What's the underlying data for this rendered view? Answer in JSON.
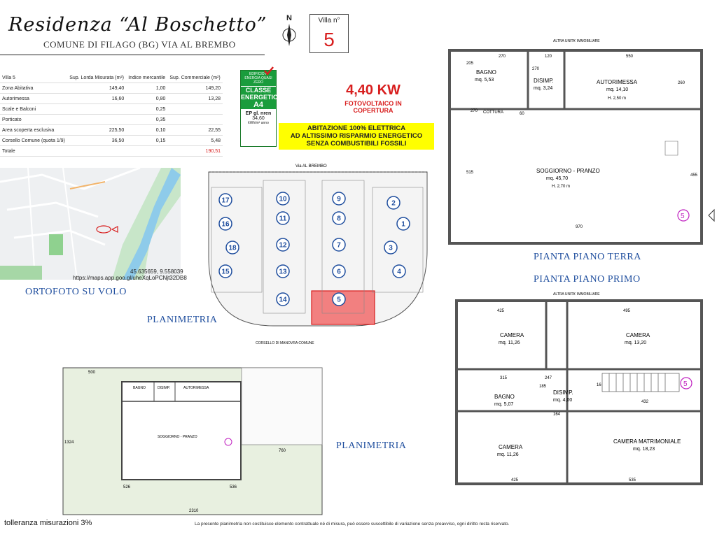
{
  "header": {
    "title": "Residenza “Al Boschetto”",
    "subtitle": "COMUNE DI FILAGO (BG)  VIA AL BREMBO",
    "north_label": "N",
    "villa_label": "Villa n°",
    "villa_number": "5"
  },
  "surfaces_table": {
    "columns": [
      "Villa  5",
      "Sup. Lorda Misurata (m²)",
      "Indice mercantile",
      "Sup. Commerciale (m²)"
    ],
    "rows": [
      [
        "Zona Abitativa",
        "149,40",
        "1,00",
        "149,20"
      ],
      [
        "Autorimessa",
        "16,60",
        "0,80",
        "13,28"
      ],
      [
        "Scale e Balconi",
        "",
        "0,25",
        ""
      ],
      [
        "Porticato",
        "",
        "0,35",
        ""
      ],
      [
        "Area scoperta esclusiva",
        "225,50",
        "0,10",
        "22,55"
      ],
      [
        "Corsello Comune (quota 1/9)",
        "36,50",
        "0,15",
        "5,48"
      ],
      [
        "Totale",
        "",
        "",
        "190,51"
      ]
    ]
  },
  "energy": {
    "top": "EDIFICIO A ENERGIA QUASI ZERO",
    "class_label": "CLASSE ENERGETICA",
    "class": "A4",
    "ep_label": "EP gl. nren",
    "ep_value": "34,60",
    "ep_unit": "kWh/m² anno"
  },
  "highlights": {
    "power": "4,40 KW",
    "pv": "FOTOVOLTAICO IN COPERTURA",
    "banner_1": "ABITAZIONE 100% ELETTRICA",
    "banner_2": "AD ALTISSIMO RISPARMIO ENERGETICO",
    "banner_3": "SENZA COMBUSTIBILI FOSSILI"
  },
  "map": {
    "coords": "45.635659, 9.558039",
    "link": "https://maps.app.goo.gl/uheXqLoPCNjt32DB8",
    "caption": "ORTOFOTO SU VOLO"
  },
  "site_plan": {
    "street": "Via AL BREMBO",
    "caption": "PLANIMETRIA",
    "villas": [
      "17",
      "16",
      "18",
      "15",
      "14",
      "10",
      "11",
      "12",
      "13",
      "9",
      "8",
      "7",
      "6",
      "5",
      "2",
      "1",
      "3",
      "4"
    ]
  },
  "lot_plan": {
    "caption": "PLANIMETRIA",
    "corsello": "CORSELLO DI MANOVRA COMUNE",
    "dims": [
      "500",
      "1324",
      "760",
      "526",
      "536",
      "2310"
    ],
    "rooms": [
      "BAGNO",
      "DISIMP.",
      "AUTORIMESSA",
      "SOGGIORNO - PRANZO"
    ]
  },
  "ground_floor": {
    "caption": "PIANTA PIANO TERRA",
    "other_unit": "ALTRA UNITA' IMMOBILIARE",
    "rooms": [
      {
        "name": "BAGNO",
        "area": "mq. 5,53"
      },
      {
        "name": "DISIMP.",
        "area": "mq. 3,24"
      },
      {
        "name": "AUTORIMESSA",
        "area": "mq. 14,10",
        "height": "H. 2,50 m"
      },
      {
        "name": "SOGGIORNO - PRANZO",
        "area": "mq. 45,70",
        "height": "H. 2,70 m"
      }
    ],
    "dims": [
      "270",
      "120",
      "550",
      "205",
      "270",
      "260",
      "270",
      "60",
      "515",
      "455",
      "970"
    ],
    "cottura": "COTTURA",
    "marker": "5"
  },
  "first_floor": {
    "caption": "PIANTA PIANO PRIMO",
    "other_unit": "ALTRA UNITA' IMMOBILIARE",
    "rooms": [
      {
        "name": "CAMERA",
        "area": "mq. 11,26"
      },
      {
        "name": "CAMERA",
        "area": "mq. 13,20"
      },
      {
        "name": "BAGNO",
        "area": "mq. 5,07"
      },
      {
        "name": "DISIMP.",
        "area": "mq. 4,00"
      },
      {
        "name": "CAMERA",
        "area": "mq. 11,26"
      },
      {
        "name": "CAMERA MATRIMONIALE",
        "area": "mq. 18,23"
      }
    ],
    "dims": [
      "425",
      "495",
      "315",
      "247",
      "432",
      "425",
      "535",
      "164",
      "16",
      "185"
    ],
    "marker": "5"
  },
  "footer": {
    "tolerance": "tolleranza misurazioni 3%",
    "disclaimer": "La presente planimetria non costituisce elemento contrattuale né di misura, può essere suscettibile di variazione senza preavviso, ogni diritto resta riservato."
  },
  "colors": {
    "red": "#d81e1e",
    "blue": "#1f4e9e",
    "green": "#1a9c3c",
    "yellow": "#ffff00",
    "magenta": "#c020c0"
  }
}
